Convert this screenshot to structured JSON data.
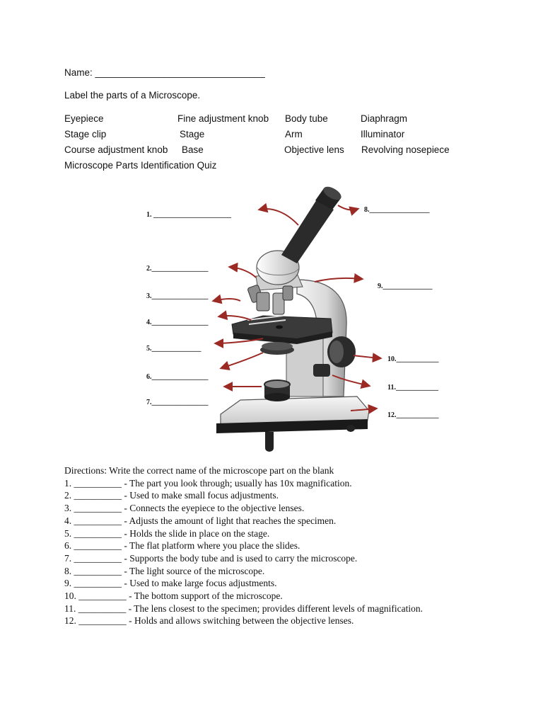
{
  "header": {
    "name_line": "Name: ________________________________",
    "title": "Label the parts of a Microscope."
  },
  "word_bank": [
    "Eyepiece",
    "Fine adjustment knob",
    "Body tube",
    "Diaphragm",
    "Stage clip",
    "Stage",
    "Arm",
    "Illuminator",
    "Course adjustment knob",
    "Base",
    "Objective lens",
    "Revolving nosepiece"
  ],
  "quiz_title": "Microscope Parts Identification Quiz",
  "diagram_labels": {
    "l1": "1. ______________________",
    "l2": "2.________________",
    "l3": "3.________________",
    "l4": "4.________________",
    "l5": "5.______________",
    "l6": "6.________________",
    "l7": "7.________________",
    "l8": "8._________________",
    "l9": "9.______________",
    "l10": "10.____________",
    "l11": "11.____________",
    "l12": "12.____________"
  },
  "directions": {
    "heading": "Directions: Write the correct name of the microscope part on the blank",
    "items": [
      "1. __________ - The part you look through; usually has 10x magnification.",
      "2. __________ - Used to make small focus adjustments.",
      "3. __________ - Connects the eyepiece to the objective lenses.",
      "4. __________ - Adjusts the amount of light that reaches the specimen.",
      "5. __________ - Holds the slide in place on the stage.",
      "6. __________ - The flat platform where you place the slides.",
      "7. __________ - Supports the body tube and is used to carry the microscope.",
      "8. __________ - The light source of the microscope.",
      "9. __________ - Used to make large focus adjustments.",
      "10. __________ - The bottom support of the microscope.",
      "11. __________ - The lens closest to the specimen; provides different levels of magnification.",
      "12. __________ - Holds and allows switching between the objective lenses."
    ]
  },
  "colors": {
    "arrow": "#9b2a25",
    "ink": "#111111"
  }
}
